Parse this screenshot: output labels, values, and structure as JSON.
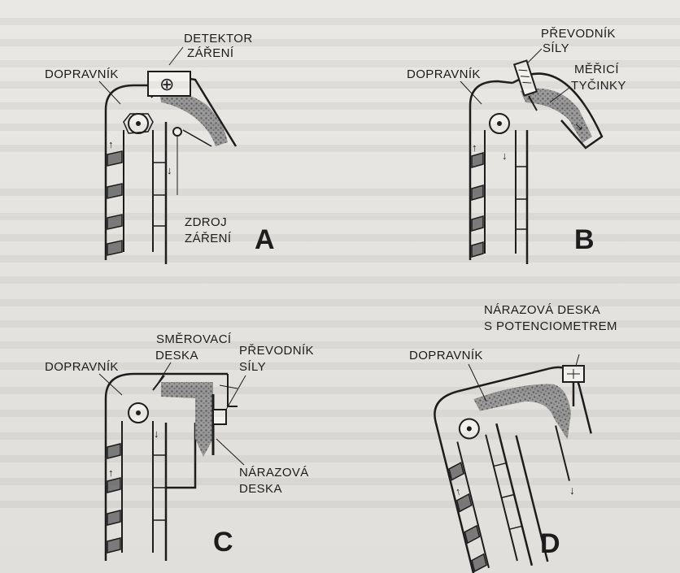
{
  "colors": {
    "paper": "#e6e4e0",
    "ink": "#1c1c1c",
    "material": "#7a7a7a"
  },
  "panels": {
    "a": {
      "letter": "A",
      "conveyor": "DOPRAVNÍK",
      "detector": [
        "DETEKTOR",
        "ZÁŘENÍ"
      ],
      "source": [
        "ZDROJ",
        "ZÁŘENÍ"
      ],
      "detector_symbol": "⊕"
    },
    "b": {
      "letter": "B",
      "conveyor": "DOPRAVNÍK",
      "transducer": [
        "PŘEVODNÍK",
        "SÍLY"
      ],
      "rods": [
        "MĚŘICÍ",
        "TYČINKY"
      ]
    },
    "c": {
      "letter": "C",
      "conveyor": "DOPRAVNÍK",
      "deflector": [
        "SMĚROVACÍ",
        "DESKA"
      ],
      "transducer": [
        "PŘEVODNÍK",
        "SÍLY"
      ],
      "impact": [
        "NÁRAZOVÁ",
        "DESKA"
      ]
    },
    "d": {
      "letter": "D",
      "conveyor": "DOPRAVNÍK",
      "impact_pot": [
        "NÁRAZOVÁ DESKA",
        "S POTENCIOMETREM"
      ]
    }
  }
}
